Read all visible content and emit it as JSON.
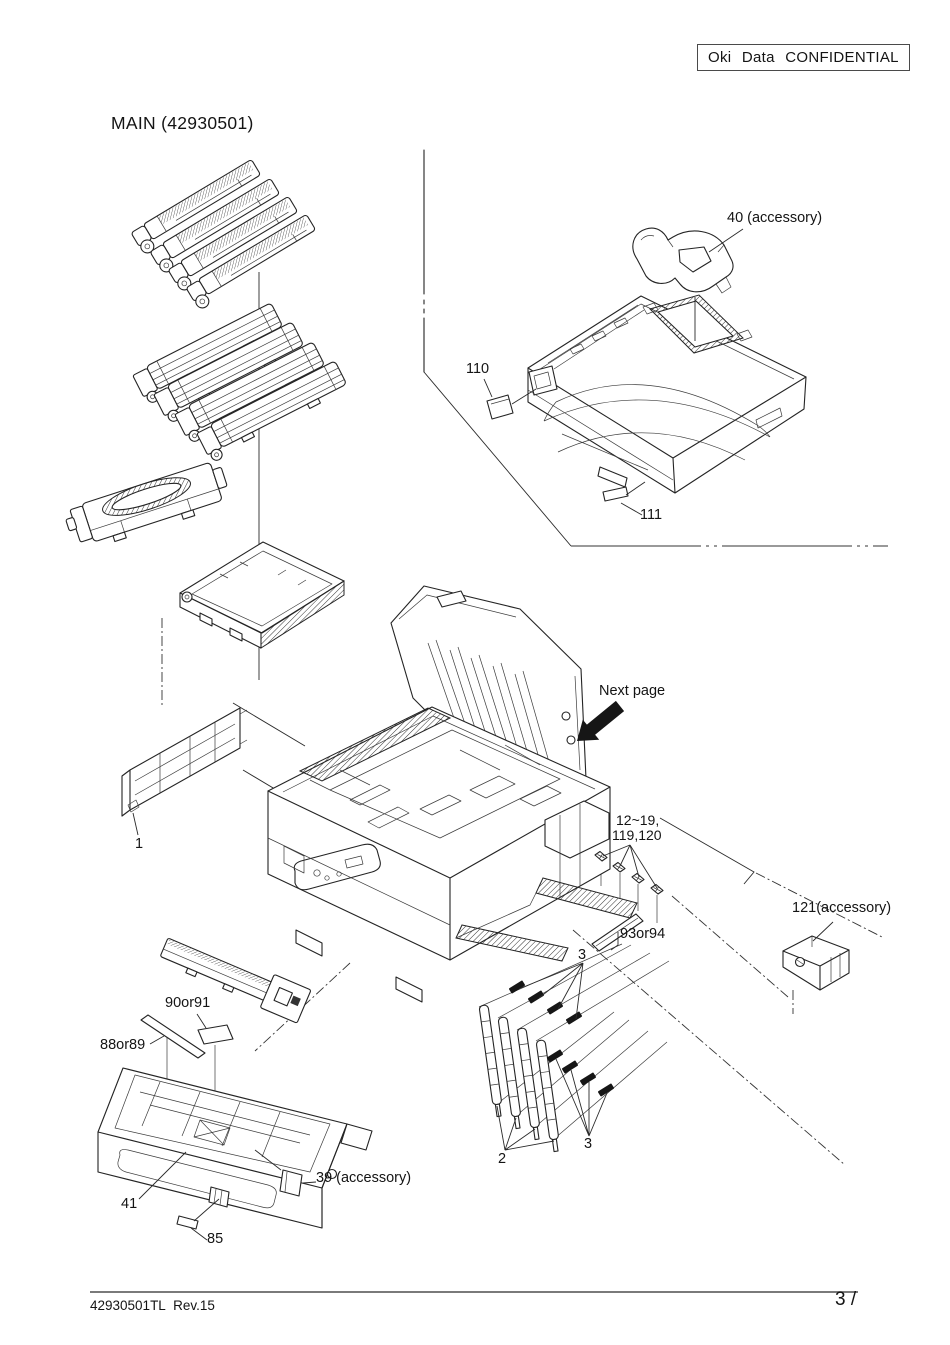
{
  "page": {
    "confidential": "Oki Data CONFIDENTIAL",
    "title": "MAIN (42930501)",
    "footer_left": "42930501TL Rev.15",
    "footer_right": "3 /"
  },
  "callouts": {
    "part40": "40 (accessory)",
    "part110": "110",
    "part111": "111",
    "next_page": "Next page",
    "part1": "1",
    "parts12_19_line1": "12~19,",
    "parts12_19_line2": "119,120",
    "part121": "121(accessory)",
    "part93or94": "93or94",
    "bushings_top": "3",
    "shafts": "2",
    "bushings_bottom": "3",
    "part90or91": "90or91",
    "part88or89": "88or89",
    "part41": "41",
    "part85": "85",
    "part39": "39 (accessory)"
  }
}
